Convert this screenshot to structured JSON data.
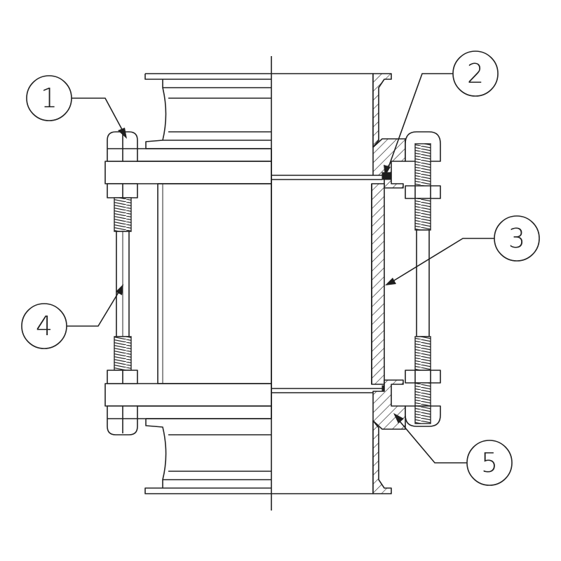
{
  "callouts": [
    {
      "id": "1",
      "label": "1"
    },
    {
      "id": "2",
      "label": "2"
    },
    {
      "id": "3",
      "label": "3"
    },
    {
      "id": "4",
      "label": "4"
    },
    {
      "id": "5",
      "label": "5"
    }
  ],
  "colors": {
    "line": "#1e1e1e",
    "background": "#ffffff"
  }
}
